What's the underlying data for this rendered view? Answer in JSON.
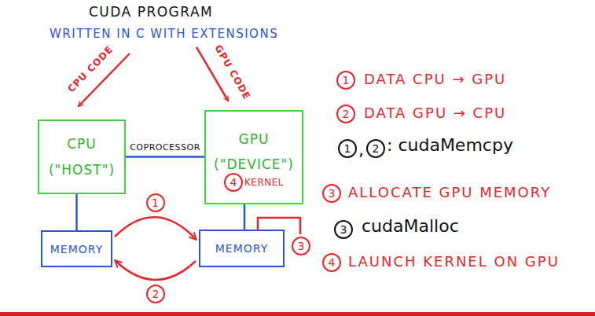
{
  "diagram": {
    "title": "CUDA PROGRAM",
    "nodes": [
      {
        "text": [
          "CPU (\"HOST\")"
        ]
      },
      {
        "text": [
          "GPU (\"DEVICE\")",
          "KERNEL"
        ]
      },
      {
        "text": [
          "MEMORY"
        ]
      },
      {
        "text": [
          "MEMORY"
        ]
      }
    ],
    "edges": [
      {
        "from": 0,
        "to": 1,
        "label": "COPROCESSOR",
        "arrow": "none"
      },
      {
        "from": 0,
        "to": 2,
        "arrow": "none"
      },
      {
        "from": 1,
        "to": 3,
        "arrow": "none"
      },
      {
        "from": 2,
        "to": 3,
        "label": "1",
        "arrow": "to"
      },
      {
        "from": 3,
        "to": 2,
        "label": "2",
        "arrow": "to"
      }
    ],
    "labels": [
      "WRITTEN IN C WITH EXTENSIONS",
      "CPU CODE",
      "GPU CODE",
      "4",
      "3",
      "1",
      "DATA CPU → GPU",
      "2",
      "DATA GPU → CPU",
      "1",
      ",",
      "2",
      ": cudaMemcpy",
      "3",
      "ALLOCATE GPU MEMORY",
      "3",
      "cudaMalloc",
      "4",
      "LAUNCH KERNEL ON GPU"
    ]
  }
}
